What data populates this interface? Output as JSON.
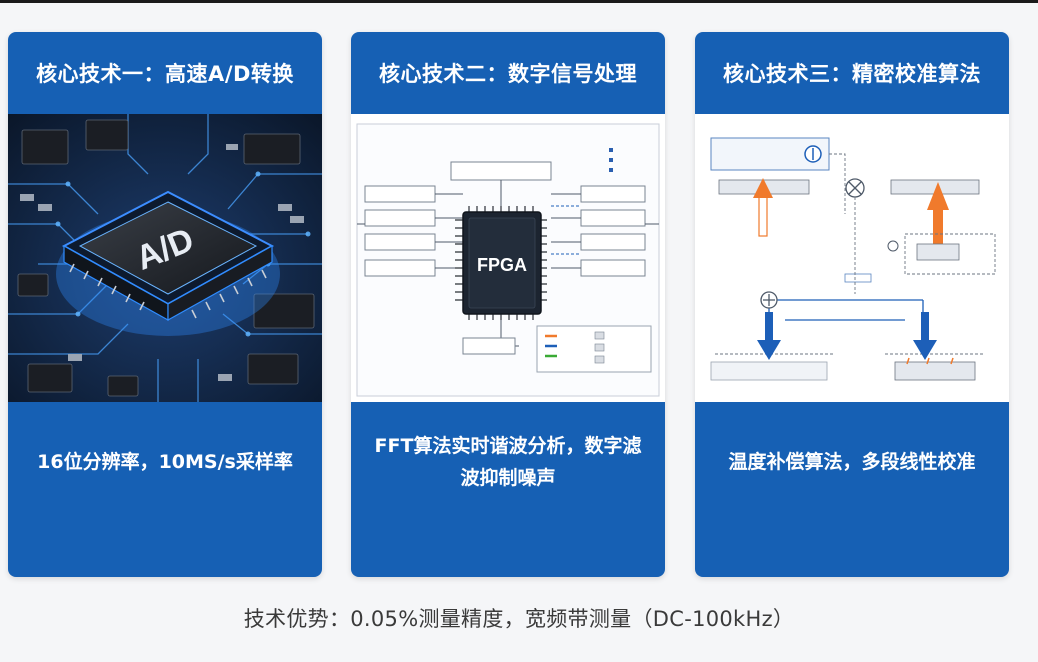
{
  "cards": [
    {
      "title": "核心技术一：高速A/D转换",
      "desc": "16位分辨率，10MS/s采样率",
      "chip_label": "A/D"
    },
    {
      "title": "核心技术二：数字信号处理",
      "desc": "FFT算法实时谐波分析，数字滤波抑制噪声",
      "chip_label": "FPGA"
    },
    {
      "title": "核心技术三：精密校准算法",
      "desc": "温度补偿算法，多段线性校准"
    }
  ],
  "footer": "技术优势：0.05%测量精度，宽频带测量（DC-100kHz）",
  "colors": {
    "card_blue": "#1660b4",
    "arrow_orange": "#f07a2c",
    "arrow_blue": "#1d5fb8",
    "chip_glow": "#2f8cff"
  }
}
